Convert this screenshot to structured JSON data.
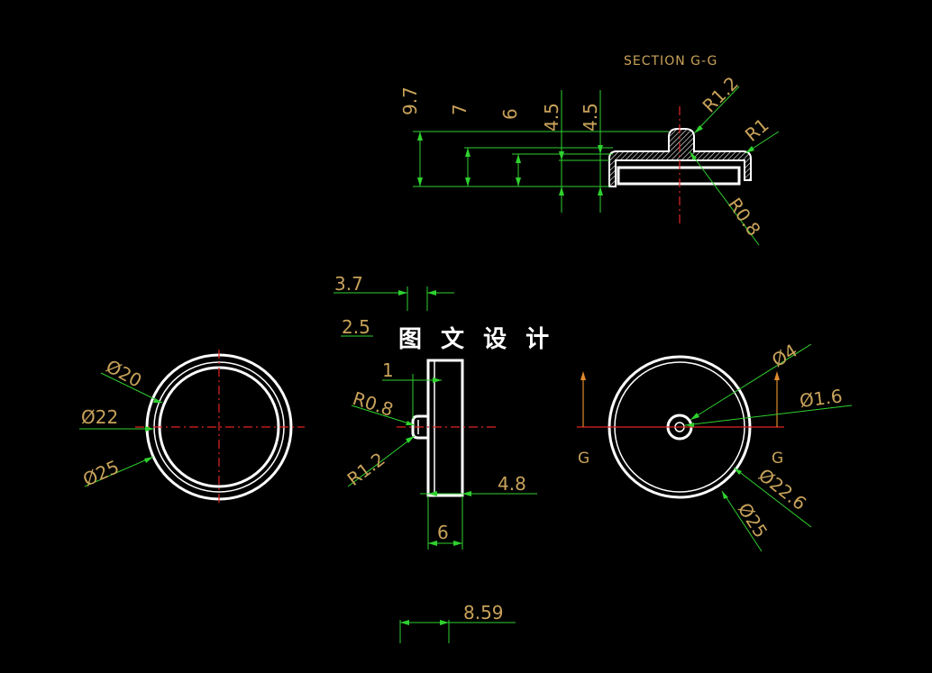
{
  "title": "SECTION G-G",
  "watermark": "图 文 设 计",
  "section_label": "G",
  "colors": {
    "background": "#000000",
    "object": "#ffffff",
    "dimension_text": "#c8a25a",
    "dimension_line": "#2fd12f",
    "center_line": "#e02424"
  },
  "dimensions": {
    "h97": "9.7",
    "h7": "7",
    "h6": "6",
    "h45a": "4.5",
    "h45b": "4.5",
    "r12_top": "R1.2",
    "r1_top": "R1",
    "r08_top": "R0.8",
    "w37": "3.7",
    "w25": "2.5",
    "w1": "1",
    "r08_side": "R0.8",
    "r12_side": "R1.2",
    "w48": "4.8",
    "w6": "6",
    "w859": "8.59",
    "d20": "Ø20",
    "d22": "Ø22",
    "d25_left": "Ø25",
    "d4": "Ø4",
    "d16": "Ø1.6",
    "d226": "Ø22.6",
    "d25_right": "Ø25"
  }
}
